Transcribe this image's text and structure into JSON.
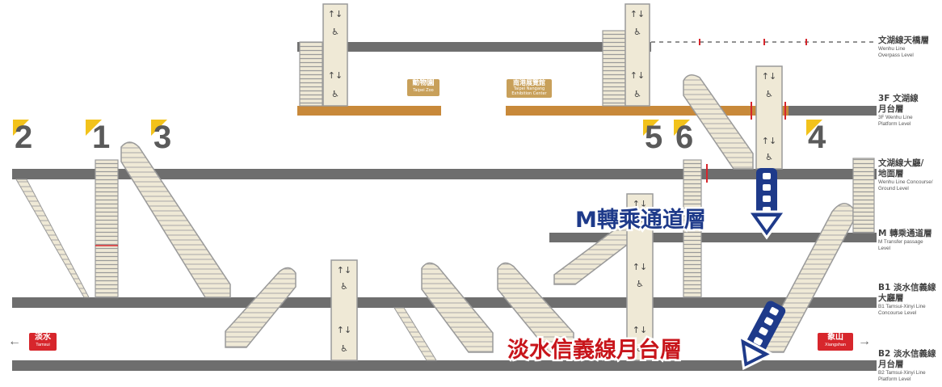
{
  "exits": [
    "2",
    "1",
    "3",
    "5",
    "6",
    "4"
  ],
  "levels": [
    {
      "zh": "文湖線天橋層",
      "en": "Wenhu Line\nOverpass Level"
    },
    {
      "zh": "3F 文湖線\n月台層",
      "en": "3F Wenhu Line\nPlatform Level"
    },
    {
      "zh": "文湖線大廳/\n地面層",
      "en": "Wenhu Line Concourse/\nGround  Level"
    },
    {
      "zh": "M 轉乘通道層",
      "en": "M Transfer passage\nLevel"
    },
    {
      "zh": "B1 淡水信義線\n大廳層",
      "en": "B1 Tamsui-Xinyi Line\nConcourse Level"
    },
    {
      "zh": "B2 淡水信義線\n月台層",
      "en": "B2 Tamsui-Xinyi Line\nPlatform Level"
    }
  ],
  "destinations": {
    "zoo": {
      "zh": "動物園",
      "en": "Taipei Zoo"
    },
    "nangang": {
      "zh": "南港展覽館",
      "en": "Taipei Nangang\nExhibition Center"
    },
    "tamsui": {
      "zh": "淡水",
      "en": "Tamsui"
    },
    "xiangshan": {
      "zh": "象山",
      "en": "Xiangshan"
    }
  },
  "callouts": {
    "transfer": "M轉乘通道層",
    "platform": "淡水信義線月台層"
  },
  "colors": {
    "slab": "#6e6e6e",
    "wenhu_platform": "#c8893a",
    "structure_fill": "#efe9d6",
    "structure_stroke": "#9a9a9a",
    "exit_marker": "#f2c21b",
    "transfer_callout": "#1e3a8a",
    "platform_callout": "#c8151b",
    "terminal": "#d7262c"
  },
  "icons": [
    "up-down-arrows-icon",
    "wheelchair-icon",
    "person-icon",
    "path-arrow-icon"
  ]
}
